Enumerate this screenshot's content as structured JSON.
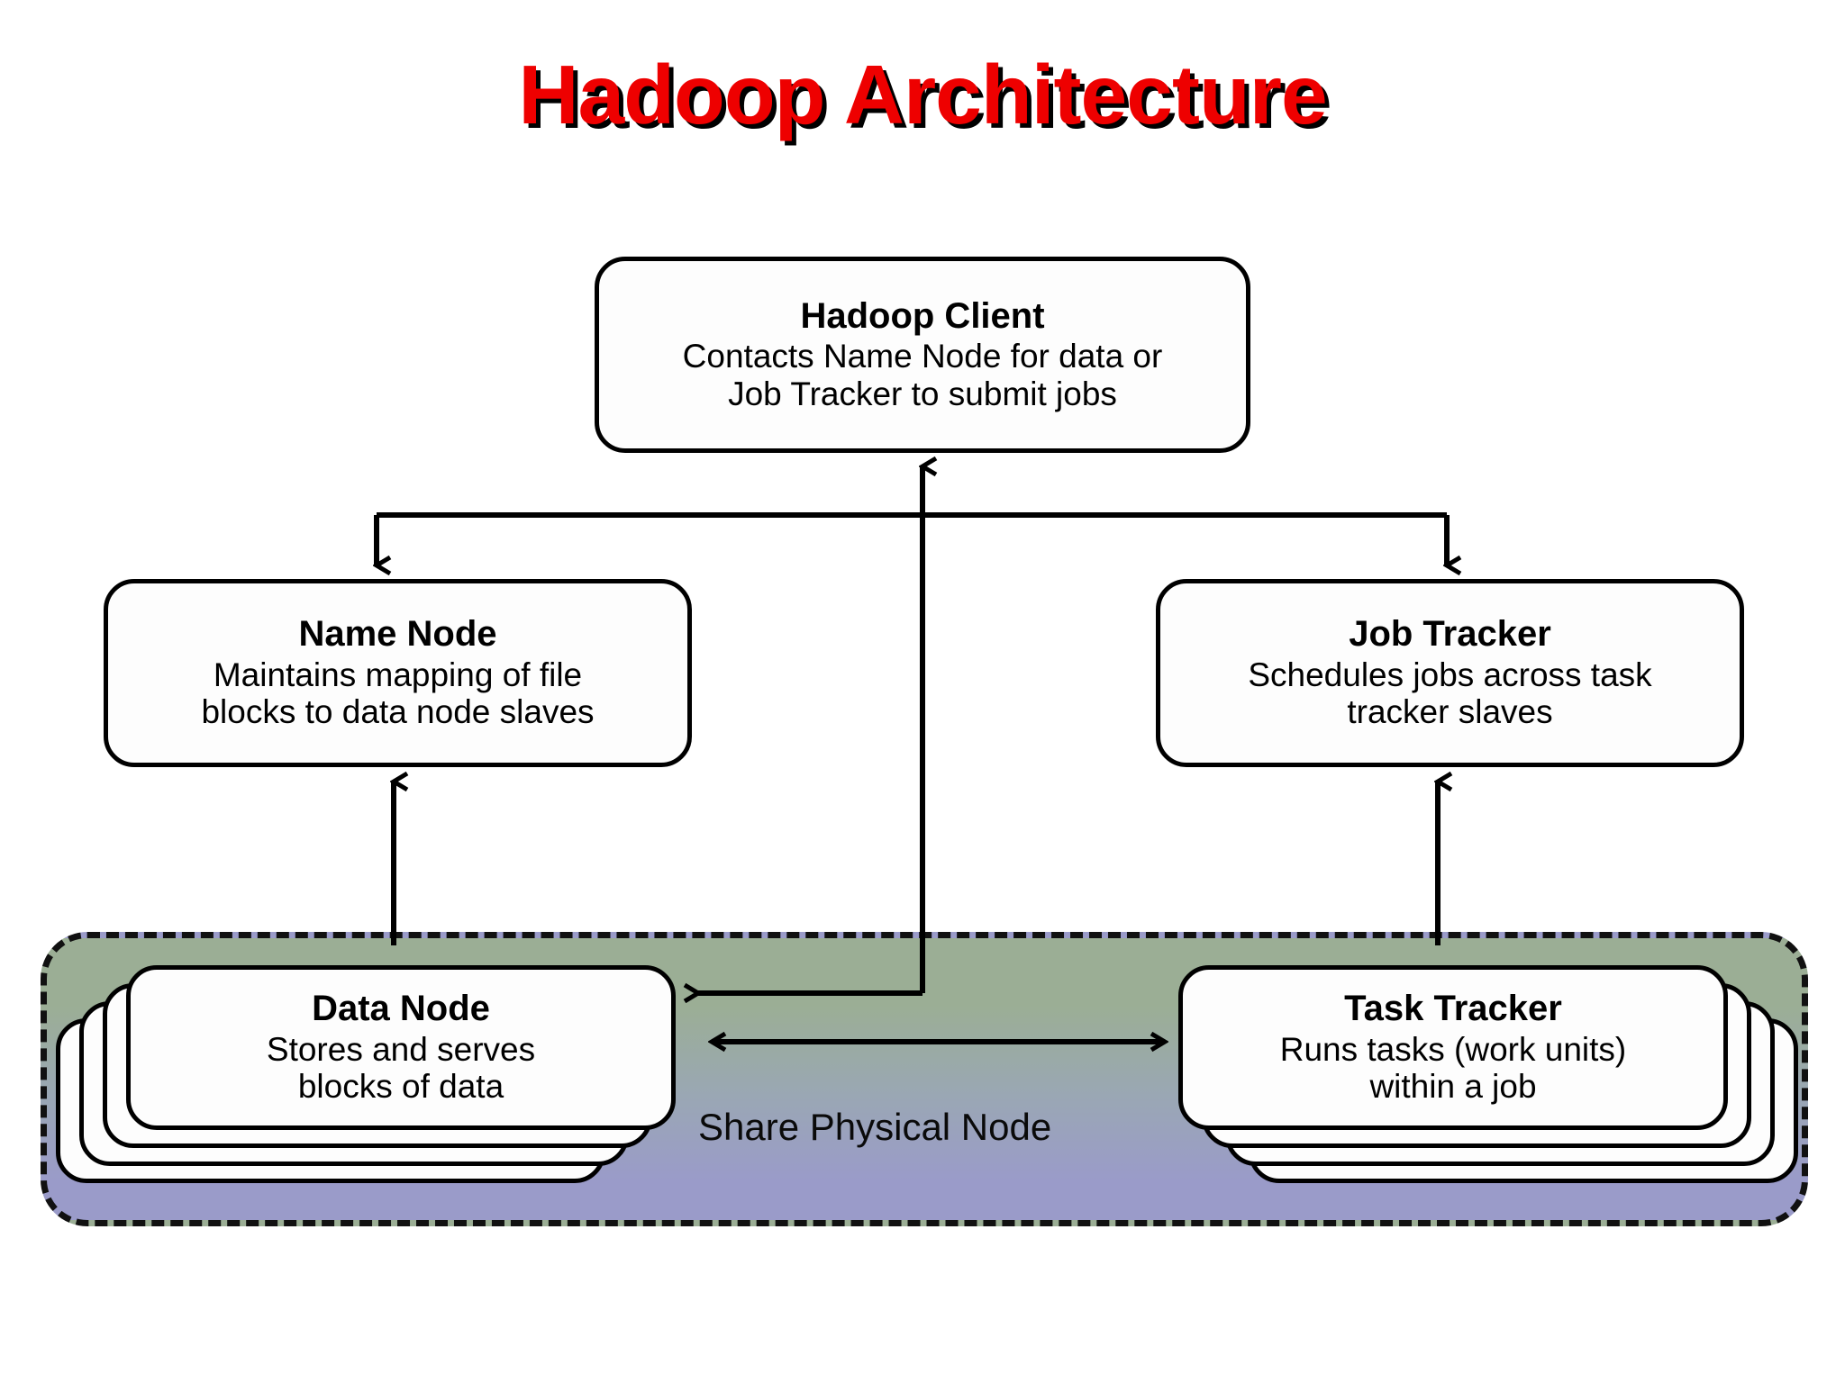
{
  "title": "Hadoop Architecture",
  "colors": {
    "title_text": "#ee0000",
    "title_shadow": "#000000",
    "node_fill": "#fdfdfd",
    "node_stroke": "#000000",
    "container_gradient_top": "#9bae95",
    "container_gradient_bottom": "#9a9bc9",
    "container_dash": "#111111"
  },
  "nodes": {
    "hadoop_client": {
      "title": "Hadoop Client",
      "desc": "Contacts Name Node for data or\nJob Tracker to submit jobs"
    },
    "name_node": {
      "title": "Name Node",
      "desc": "Maintains mapping of file\nblocks to data node slaves"
    },
    "job_tracker": {
      "title": "Job Tracker",
      "desc": "Schedules jobs across task\ntracker slaves"
    },
    "data_node": {
      "title": "Data Node",
      "desc": "Stores and serves\nblocks of data",
      "stack_count": 4
    },
    "task_tracker": {
      "title": "Task Tracker",
      "desc": "Runs tasks (work units)\nwithin a job",
      "stack_count": 4
    }
  },
  "container": {
    "label": "Share Physical Node"
  },
  "connections": [
    {
      "name": "client-to-name-node",
      "from": "Hadoop Client",
      "to": "Name Node",
      "direction": "down"
    },
    {
      "name": "client-to-job-tracker",
      "from": "Hadoop Client",
      "to": "Job Tracker",
      "direction": "down"
    },
    {
      "name": "data-node-to-client",
      "from": "Data Node",
      "to": "Hadoop Client",
      "direction": "up"
    },
    {
      "name": "data-node-to-name-node",
      "from": "Data Node",
      "to": "Name Node",
      "direction": "up"
    },
    {
      "name": "task-tracker-to-job-tracker",
      "from": "Task Tracker",
      "to": "Job Tracker",
      "direction": "up"
    },
    {
      "name": "data-node-task-tracker",
      "from": "Data Node",
      "to": "Task Tracker",
      "direction": "bidirectional"
    }
  ]
}
